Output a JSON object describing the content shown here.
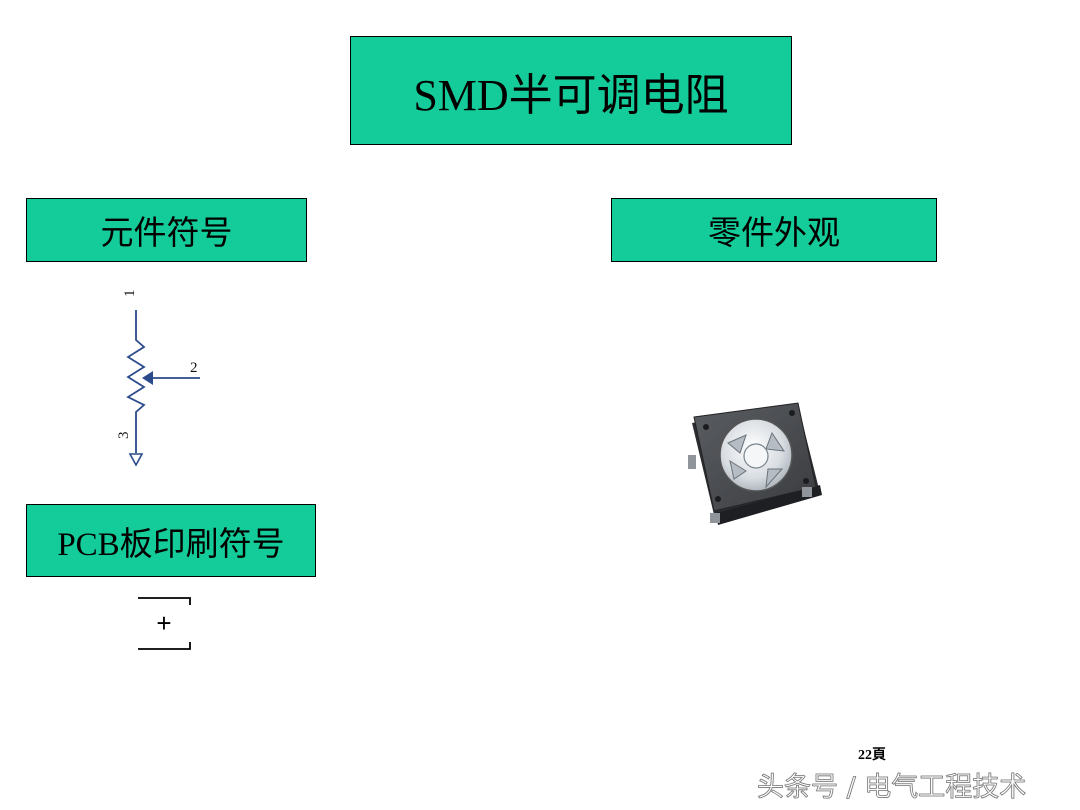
{
  "slide": {
    "title": "SMD半可调电阻",
    "symbol_heading": "元件符号",
    "appearance_heading": "零件外观",
    "pcb_heading": "PCB板印刷符号",
    "page_number": "22頁",
    "watermark": "头条号 / 电气工程技术"
  },
  "schematic": {
    "pin1": "1",
    "pin2": "2",
    "pin3": "3"
  },
  "pcb_symbol": {
    "mark": "+"
  },
  "colors": {
    "box_fill": "#14cc99",
    "schematic_line": "#2a4a8c",
    "border": "#000000"
  },
  "icons": {
    "part_photo": "smd-trimmer-potentiometer-image",
    "ground_symbol": "ground-triangle-icon",
    "wiper_arrow": "wiper-arrow-icon"
  }
}
